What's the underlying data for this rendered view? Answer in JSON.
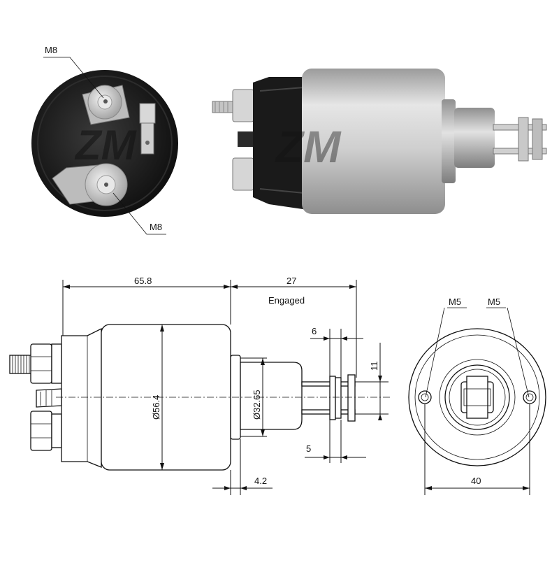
{
  "photo_end_view": {
    "labels": {
      "top_terminal": "M8",
      "bottom_terminal": "M8"
    },
    "watermark": "ZM"
  },
  "photo_side_view": {
    "watermark": "ZM"
  },
  "drawing_side_view": {
    "dimensions": {
      "body_length": "65.8",
      "engaged_length": "27",
      "engaged_label": "Engaged",
      "body_diameter": "Ø56.4",
      "plunger_diameter": "Ø32.65",
      "fork_width": "6",
      "fork_height": "11",
      "pin_width": "5",
      "flange_offset": "4.2"
    }
  },
  "drawing_end_view": {
    "dimensions": {
      "left_hole": "M5",
      "right_hole": "M5",
      "hole_spacing": "40"
    }
  },
  "colors": {
    "line": "#111111",
    "cap_black": "#1a1a1a",
    "body_silver": "#c9c9c9",
    "background": "#ffffff"
  }
}
